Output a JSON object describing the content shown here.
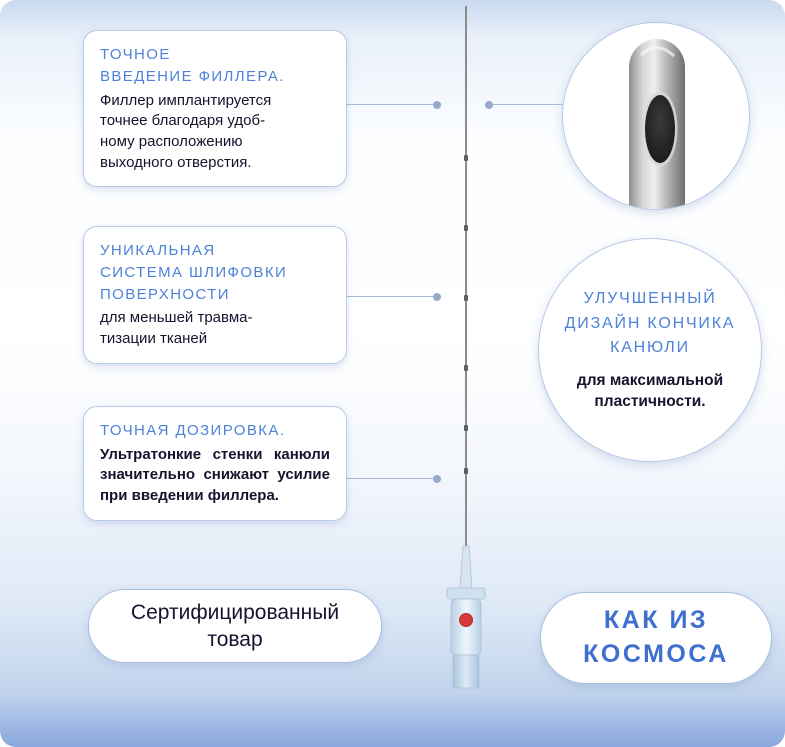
{
  "theme": {
    "accent_blue": "#4d82d8",
    "text_dark": "#14142e",
    "border_blue": "#b9c9e8",
    "slogan_blue": "#3f6fd0",
    "red_dot": "#d63a3a"
  },
  "callouts": [
    {
      "title": "ТОЧНОЕ\nВВЕДЕНИЕ ФИЛЛЕРА.",
      "body": "Филлер имплантируется\nточнее благодаря удоб-\nному расположению\nвыходного отверстия."
    },
    {
      "title": "УНИКАЛЬНАЯ\nСИСТЕМА ШЛИФОВКИ\nПОВЕРХНОСТИ",
      "body": "для меньшей травма-\nтизации тканей"
    },
    {
      "title": "ТОЧНАЯ ДОЗИРОВКА.",
      "body": "Ультратонкие стенки канюли значительно снижают усилие при введении филлера."
    }
  ],
  "feature_circle": {
    "title": "УЛУЧШЕННЫЙ\nДИЗАЙН КОНЧИКА\nКАНЮЛИ",
    "body": "для максимальной\nпластичности."
  },
  "tip_circle": {
    "icon": "cannula-tip-closeup"
  },
  "badges": {
    "certified": "Сертифицированный\nтовар",
    "slogan": "КАК ИЗ\nКОСМОСА"
  }
}
